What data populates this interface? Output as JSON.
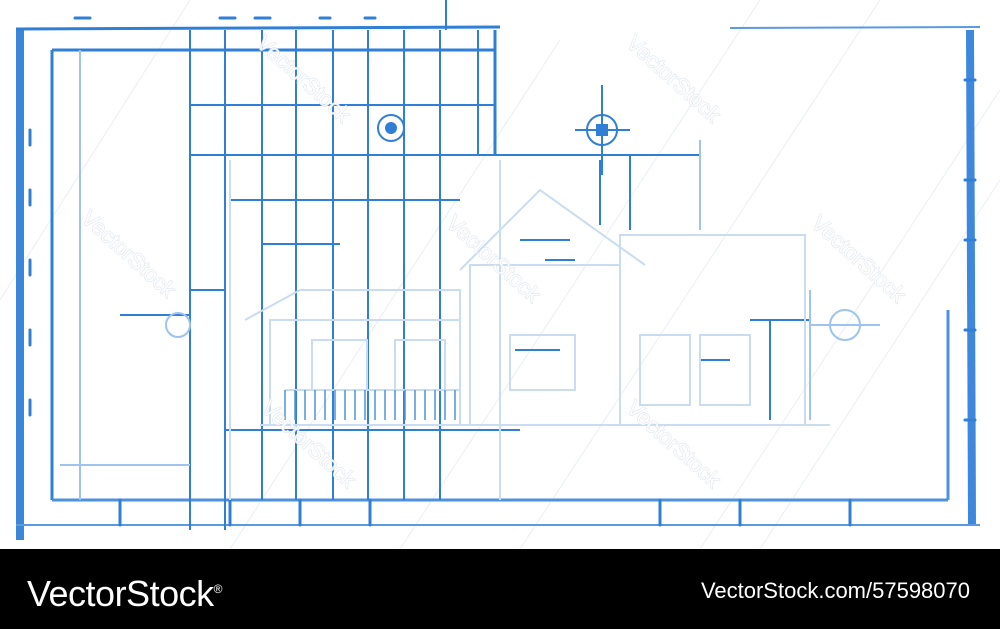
{
  "drawing": {
    "subject": "house blueprint sketch",
    "accent_color": "#2f7fd6",
    "light_color": "#9ec3ee",
    "watermarks": [
      "VectorStock",
      "VectorStock",
      "VectorStock",
      "VectorStock",
      "VectorStock",
      "VectorStock",
      "VectorStock"
    ]
  },
  "footer": {
    "brand": "VectorStock",
    "registered": "®",
    "credit": "VectorStock.com/57598070",
    "background": "#000000",
    "text_color": "#ffffff"
  }
}
